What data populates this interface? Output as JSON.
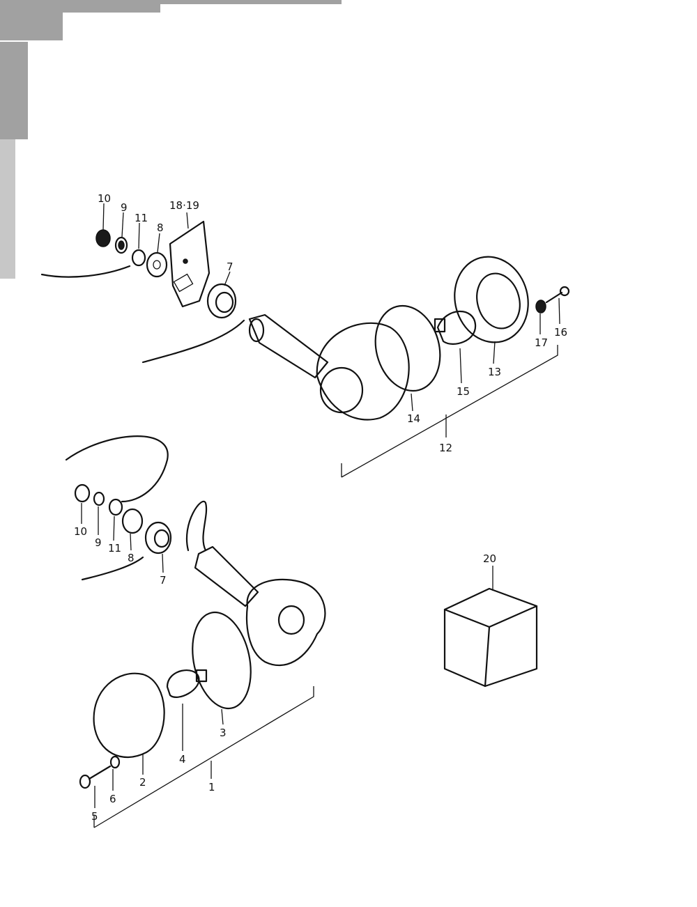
{
  "header": {
    "title": ""
  },
  "callouts": {
    "c1": "1",
    "c2": "2",
    "c3": "3",
    "c4": "4",
    "c5": "5",
    "c6": "6",
    "c7a": "7",
    "c7b": "7",
    "c8a": "8",
    "c8b": "8",
    "c9a": "9",
    "c9b": "9",
    "c10a": "10",
    "c10b": "10",
    "c11a": "11",
    "c11b": "11",
    "c12": "12",
    "c13": "13",
    "c14": "14",
    "c15": "15",
    "c16": "16",
    "c17": "17",
    "c1819": "18·19",
    "c20": "20"
  }
}
